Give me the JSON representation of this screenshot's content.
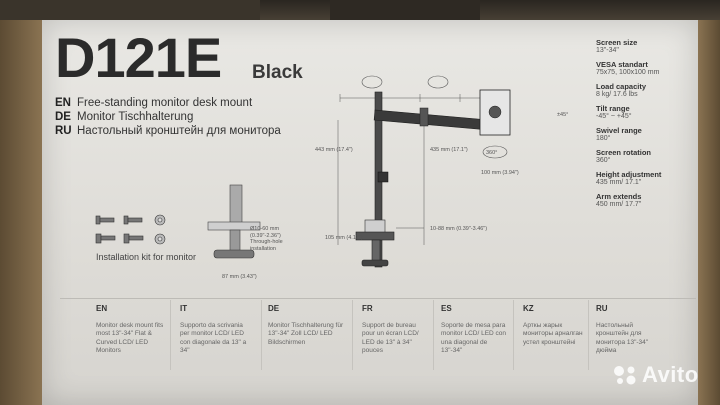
{
  "product": {
    "model": "D121E",
    "color": "Black"
  },
  "descriptions": [
    {
      "code": "EN",
      "text": "Free-standing monitor desk mount"
    },
    {
      "code": "DE",
      "text": "Monitor Tischhalterung"
    },
    {
      "code": "RU",
      "text": "Настольный кронштейн для монитора"
    }
  ],
  "kit_label": "Installation kit for monitor",
  "diagram_labels": {
    "hole": "Ø10-60 mm (0.39\"-2.36\") Through-hole installation",
    "base": "87 mm (3.43\")",
    "clamp": "10-88 mm (0.39\"-3.46\")",
    "clamp_h": "105 mm (4.13\")",
    "pole": "443 mm (17.4\")",
    "pole2": "435 mm (17.1\")",
    "plate": "100 mm (3.94\")",
    "rot": "360°",
    "tilt": "±45°"
  },
  "specs": [
    {
      "title": "Screen size",
      "value": "13\"-34\""
    },
    {
      "title": "VESA standart",
      "value": "75x75, 100x100 mm"
    },
    {
      "title": "Load capacity",
      "value": "8 kg/ 17.6 lbs"
    },
    {
      "title": "Tilt range",
      "value": "-45° ~ +45°"
    },
    {
      "title": "Swivel range",
      "value": "180°"
    },
    {
      "title": "Screen rotation",
      "value": "360°"
    },
    {
      "title": "Height adjustment",
      "value": "435 mm/ 17.1\""
    },
    {
      "title": "Arm extends",
      "value": "450 mm/ 17.7\""
    }
  ],
  "languages": [
    {
      "code": "EN",
      "text": "Monitor desk mount fits most 13\"-34\" Flat & Curved LCD/ LED Monitors"
    },
    {
      "code": "IT",
      "text": "Supporto da scrivania per monitor LCD/ LED con diagonale da 13\" a 34\""
    },
    {
      "code": "DE",
      "text": "Monitor Tischhalterung für 13\"-34\" Zoll LCD/ LED Bildschirmen"
    },
    {
      "code": "FR",
      "text": "Support de bureau pour un écran LCD/ LED de 13\" à 34\" pouces"
    },
    {
      "code": "ES",
      "text": "Soporte de mesa para monitor LCD/ LED con una diagonal de 13\"-34\""
    },
    {
      "code": "KZ",
      "text": "Арткы жарык мониторы арналган устел кронштейні"
    },
    {
      "code": "RU",
      "text": "Настольный кронштейн для монитора 13\"-34\" дюйма"
    }
  ],
  "watermark": "Avito"
}
